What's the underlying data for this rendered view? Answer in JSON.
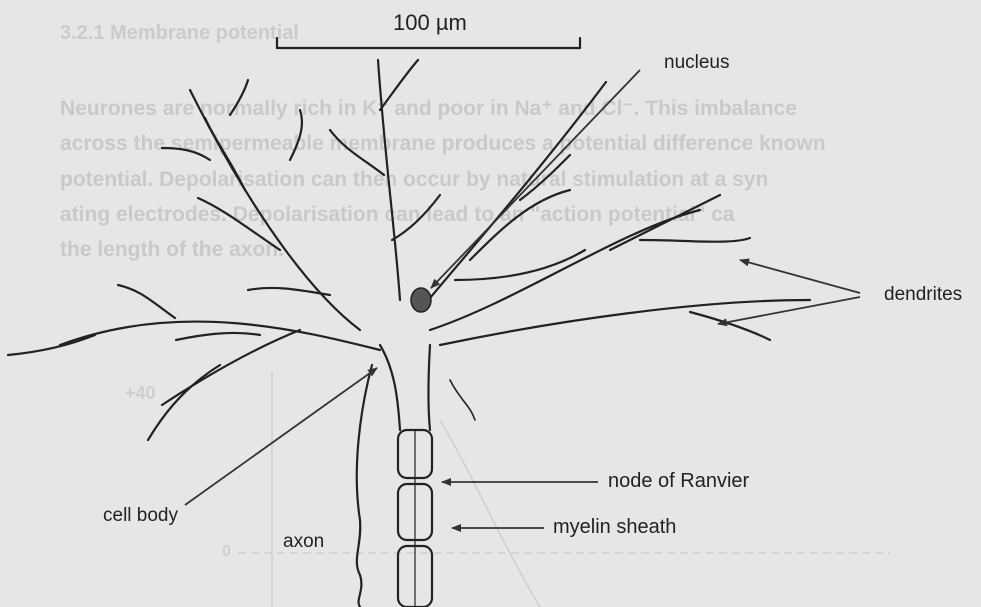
{
  "background_text": {
    "heading": "3.2.1  Membrane potential",
    "lines": [
      "Neurones are normally rich in K⁺ and poor in Na⁺ and Cl⁻.  This imbalance",
      "across the semipermeable membrane produces a potential difference known",
      "potential.  Depolarisation can then occur by natural stimulation at a syn",
      "ating electrodes.  Depolarisation can lead to an \"action potential\" ca",
      "the length of the axon.",
      ""
    ],
    "axis_tick": "+40",
    "axis_zero": "0"
  },
  "diagram": {
    "scale_label": "100  µm",
    "nucleus_label": "nucleus",
    "dendrites_label": "dendrites",
    "node_label": "node of Ranvier",
    "myelin_label": "myelin sheath",
    "cell_body_label": "cell body",
    "axon_label": "axon"
  },
  "colors": {
    "background": "#e6e6e4",
    "ink": "#222222",
    "faded_text": "#c9c9c7",
    "nucleus_fill": "#555555"
  }
}
